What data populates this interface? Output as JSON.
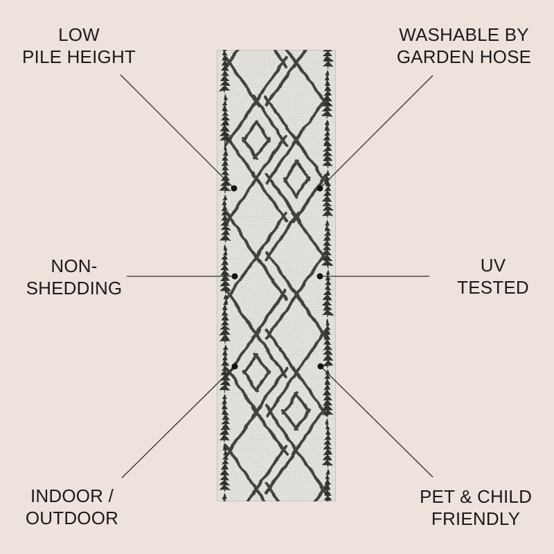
{
  "infographic": {
    "product": {
      "alt": "Black and white Moroccan diamond trellis runner rug with fir-tree branch borders"
    },
    "features": [
      {
        "id": "low-pile-height",
        "lines": [
          "LOW",
          "PILE HEIGHT"
        ]
      },
      {
        "id": "washable-by-garden-hose",
        "lines": [
          "WASHABLE BY",
          "GARDEN HOSE"
        ]
      },
      {
        "id": "non-shedding",
        "lines": [
          "NON-",
          "SHEDDING"
        ]
      },
      {
        "id": "uv-tested",
        "lines": [
          "UV",
          "TESTED"
        ]
      },
      {
        "id": "indoor-outdoor",
        "lines": [
          "INDOOR /",
          "OUTDOOR"
        ]
      },
      {
        "id": "pet-child-friendly",
        "lines": [
          "PET & CHILD",
          "FRIENDLY"
        ]
      }
    ],
    "colors": {
      "background": "#ede2dc",
      "text": "#1a1a1a",
      "callout_line": "#2d2d2b",
      "callout_dot": "#121212",
      "rug_field": "#e9e8e4",
      "rug_pattern": "#3a3a37",
      "rug_border": "#31312d",
      "rug_weave": "#d3d1cc"
    }
  }
}
